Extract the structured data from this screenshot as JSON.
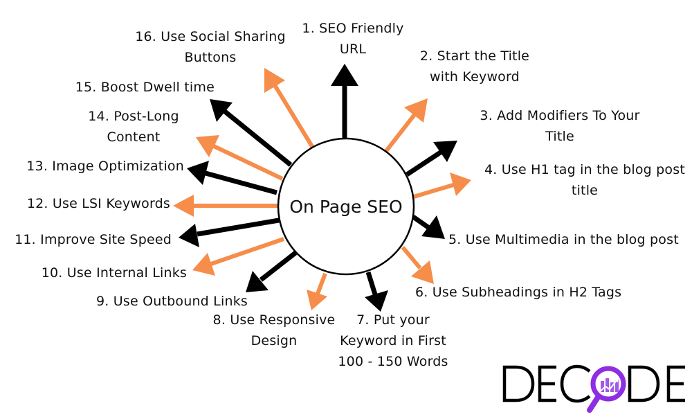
{
  "diagram": {
    "center_label": "On Page SEO",
    "colors": {
      "black_arrow": "#000000",
      "orange_arrow": "#F68D4A",
      "circle_stroke": "#000000",
      "logo_purple": "#8E2DE2"
    },
    "items": [
      {
        "number": "1.",
        "lines": [
          "1. SEO Friendly",
          "URL"
        ],
        "color": "black"
      },
      {
        "number": "2.",
        "lines": [
          "2. Start the Title",
          "with Keyword"
        ],
        "color": "orange"
      },
      {
        "number": "3.",
        "lines": [
          "3. Add Modifiers To Your",
          "Title"
        ],
        "color": "black"
      },
      {
        "number": "4.",
        "lines": [
          "4. Use H1 tag in the blog post",
          "title"
        ],
        "color": "orange"
      },
      {
        "number": "5.",
        "lines": [
          "5. Use Multimedia in the blog post"
        ],
        "color": "black"
      },
      {
        "number": "6.",
        "lines": [
          "6. Use Subheadings in H2 Tags"
        ],
        "color": "orange"
      },
      {
        "number": "7.",
        "lines": [
          "7. Put your",
          "Keyword in First",
          "100 - 150 Words"
        ],
        "color": "black"
      },
      {
        "number": "8.",
        "lines": [
          "8. Use Responsive",
          "Design"
        ],
        "color": "orange"
      },
      {
        "number": "9.",
        "lines": [
          "9. Use Outbound Links"
        ],
        "color": "black"
      },
      {
        "number": "10.",
        "lines": [
          "10. Use Internal Links"
        ],
        "color": "orange"
      },
      {
        "number": "11.",
        "lines": [
          "11. Improve Site Speed"
        ],
        "color": "black"
      },
      {
        "number": "12.",
        "lines": [
          "12. Use LSI Keywords"
        ],
        "color": "orange"
      },
      {
        "number": "13.",
        "lines": [
          "13. Image Optimization"
        ],
        "color": "black"
      },
      {
        "number": "14.",
        "lines": [
          "14.  Post-Long",
          "Content"
        ],
        "color": "orange"
      },
      {
        "number": "15.",
        "lines": [
          "15. Boost Dwell time"
        ],
        "color": "black"
      },
      {
        "number": "16.",
        "lines": [
          "16. Use Social Sharing",
          "Buttons"
        ],
        "color": "orange"
      }
    ]
  },
  "logo": {
    "text": "DECODE",
    "icon": "magnifier-chart-icon"
  }
}
